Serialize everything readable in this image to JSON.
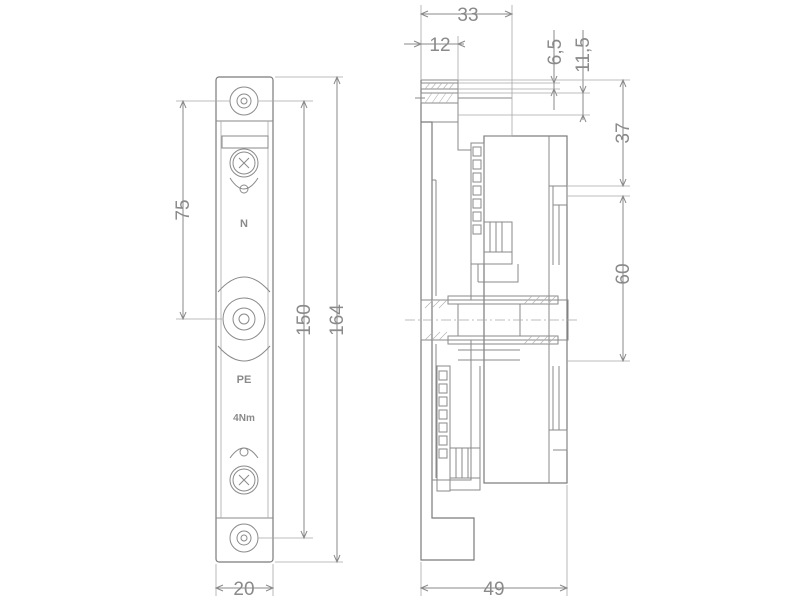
{
  "front_view": {
    "labels": {
      "neutral": "N",
      "protective_earth": "PE",
      "torque": "4Nm"
    },
    "dimensions": {
      "pitch": "75",
      "inner_height": "150",
      "total_height": "164",
      "width": "20"
    }
  },
  "side_view": {
    "dimensions": {
      "top_width": "33",
      "offset": "12",
      "top_thin": "6,5",
      "top_thick": "11,5",
      "rail_offset": "37",
      "rail_pitch": "60",
      "depth": "49"
    }
  }
}
